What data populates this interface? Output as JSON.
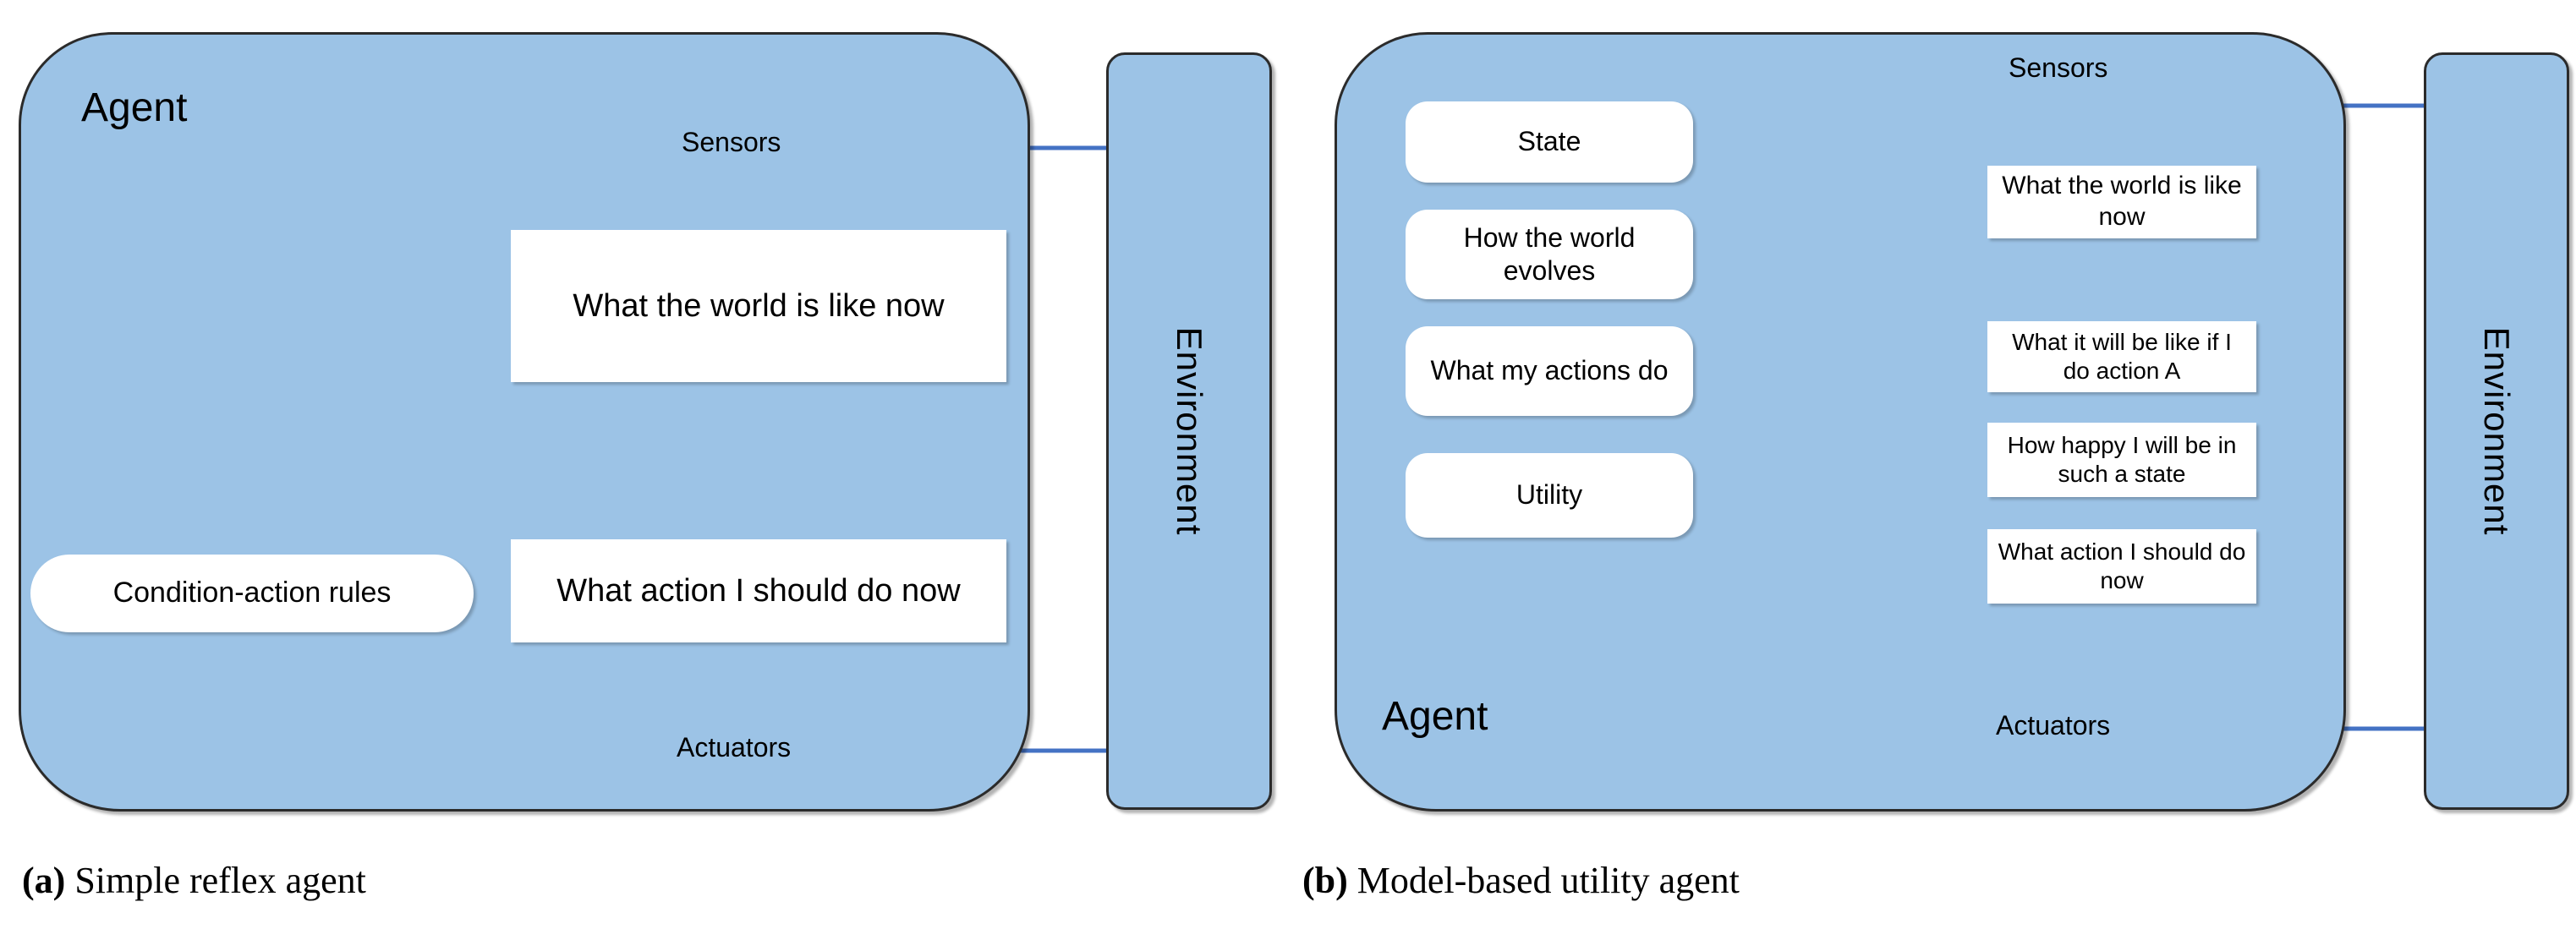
{
  "figure": {
    "accent_blue": "#4472C4",
    "panel_fill": "#9CC3E6",
    "box_fill": "#FFFFFF",
    "outline": "#2B2B2B"
  },
  "panel_a": {
    "agent_title": "Agent",
    "environment_label": "Environment",
    "sensors_label": "Sensors",
    "actuators_label": "Actuators",
    "boxes": [
      {
        "id": "world-now",
        "text": "What the world is like now"
      },
      {
        "id": "action-now",
        "text": "What action I should do now"
      },
      {
        "id": "rules",
        "text": "Condition-action rules"
      }
    ],
    "caption_marker": "(a)",
    "caption_text": " Simple reflex agent"
  },
  "panel_b": {
    "agent_title": "Agent",
    "environment_label": "Environment",
    "sensors_label": "Sensors",
    "actuators_label": "Actuators",
    "left_boxes": [
      {
        "id": "state",
        "text": "State"
      },
      {
        "id": "how-world-evolves",
        "text": "How the world evolves"
      },
      {
        "id": "what-my-actions-do",
        "text": "What my actions do"
      },
      {
        "id": "utility",
        "text": "Utility"
      }
    ],
    "right_boxes": [
      {
        "id": "world-now",
        "text": "What the world is like now"
      },
      {
        "id": "if-action-a",
        "text": "What it will be like if I do action A"
      },
      {
        "id": "how-happy",
        "text": "How happy I will be in such a state"
      },
      {
        "id": "action-now",
        "text": "What action I should do now"
      }
    ],
    "caption_marker": "(b)",
    "caption_text": " Model-based utility agent"
  }
}
